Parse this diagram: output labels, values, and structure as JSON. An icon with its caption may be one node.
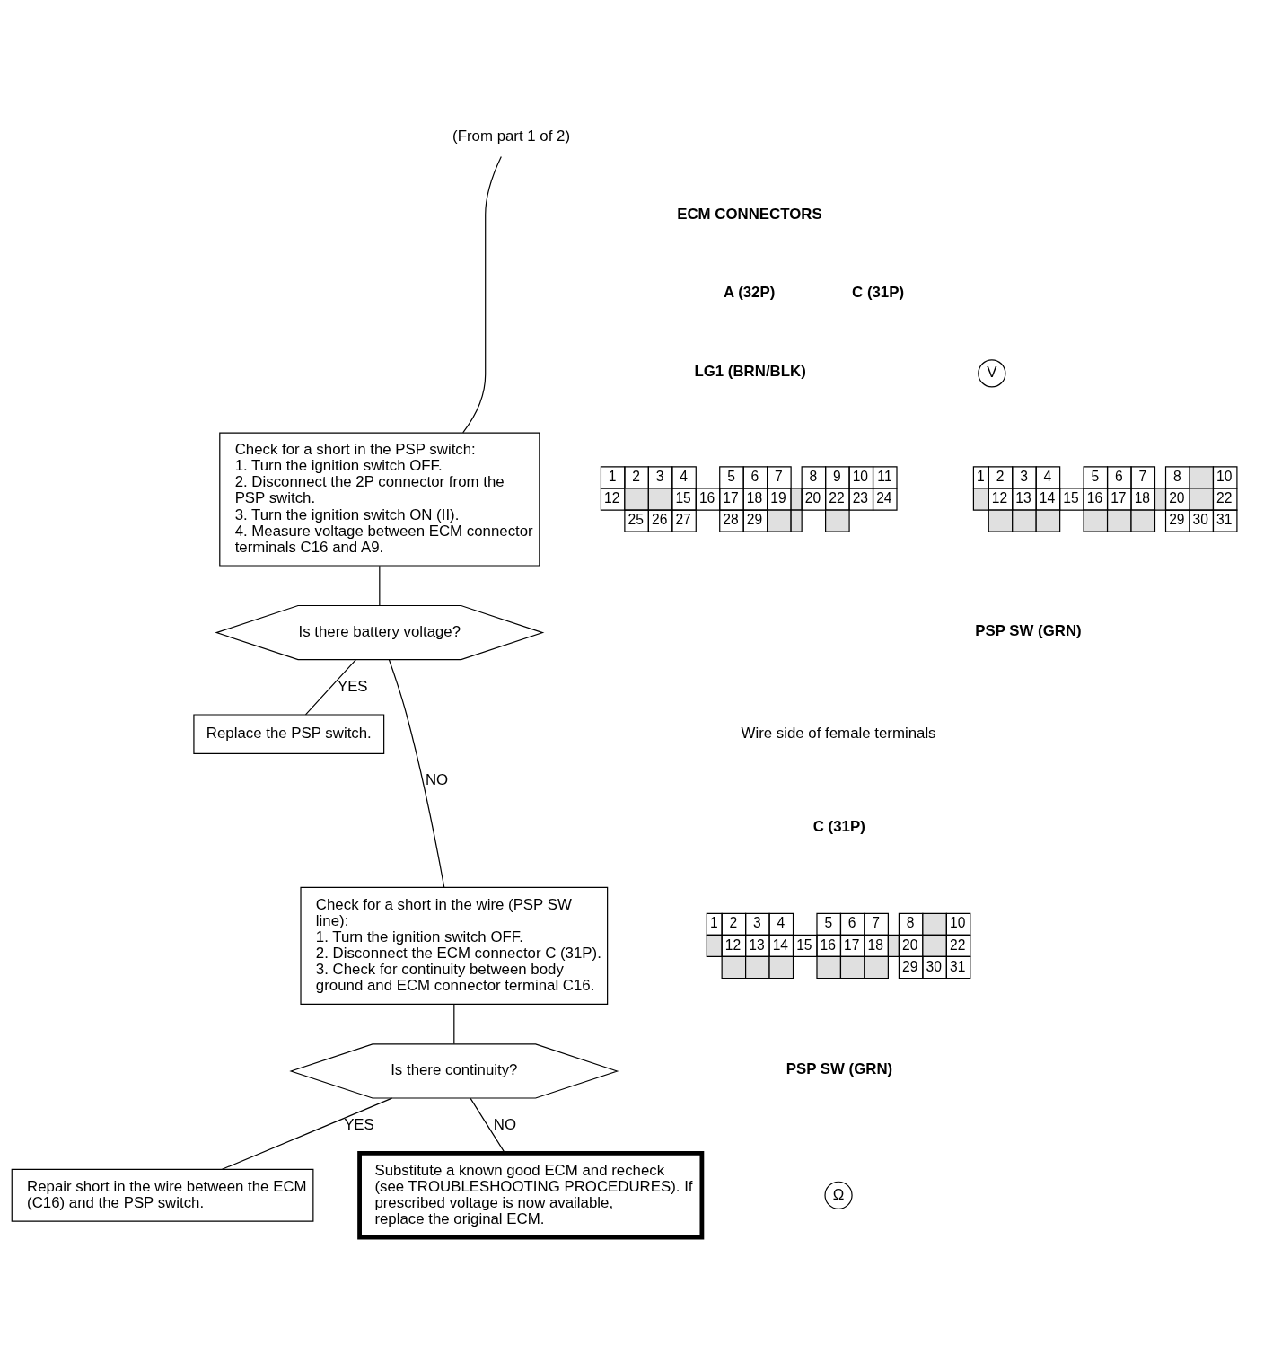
{
  "diagram": {
    "nodes": [
      {
        "text": [
          "(From part 1 of 2)"
        ]
      },
      {
        "text": [
          "Check for a short in the PSP switch:",
          "1. Turn the ignition switch OFF.",
          "2. Disconnect the 2P connector from the PSP switch.",
          "3. Turn the ignition switch ON (II).",
          "4. Measure voltage between ECM connector terminals C16 and A9."
        ]
      },
      {
        "text": [
          "Is there battery voltage?"
        ]
      },
      {
        "text": [
          "Replace the PSP switch."
        ]
      },
      {
        "text": [
          "Check for a short in the wire (PSP SW line):",
          "1. Turn the ignition switch OFF.",
          "2. Disconnect the ECM connector C (31P).",
          "3. Check for continuity between body ground and ECM connector terminal C16."
        ]
      },
      {
        "text": [
          "Is there continuity?"
        ]
      },
      {
        "text": [
          "Repair short in the wire between the ECM (C16) and the PSP switch."
        ]
      },
      {
        "text": [
          "Substitute a known good ECM and recheck (see TROUBLESHOOTING PROCEDURES). If prescribed voltage is now available, replace the original ECM."
        ]
      }
    ],
    "edges": [
      {
        "from": 0,
        "to": 1,
        "arrow": "none"
      },
      {
        "from": 1,
        "to": 2,
        "arrow": "none"
      },
      {
        "from": 2,
        "to": 3,
        "arrow": "none",
        "label": "YES"
      },
      {
        "from": 2,
        "to": 4,
        "arrow": "none",
        "label": "NO"
      },
      {
        "from": 4,
        "to": 5,
        "arrow": "none"
      },
      {
        "from": 5,
        "to": 6,
        "arrow": "none",
        "label": "YES"
      },
      {
        "from": 5,
        "to": 7,
        "arrow": "none",
        "label": "NO"
      }
    ],
    "labels": [
      "ECM CONNECTORS",
      "A (32P)",
      "LG1 (BRN/BLK)",
      "V",
      "C (31P)",
      "1",
      "2",
      "3",
      "4",
      "5",
      "6",
      "7",
      "8",
      "9",
      "10",
      "11",
      "12",
      "15",
      "16",
      "17",
      "18",
      "19",
      "20",
      "22",
      "23",
      "24",
      "25",
      "26",
      "27",
      "28",
      "29",
      "1",
      "2",
      "3",
      "4",
      "5",
      "6",
      "7",
      "8",
      "10",
      "12",
      "13",
      "14",
      "15",
      "16",
      "17",
      "18",
      "20",
      "22",
      "29",
      "30",
      "31",
      "PSP SW (GRN)",
      "Wire side of female terminals",
      "C (31P)",
      "1",
      "2",
      "3",
      "4",
      "5",
      "6",
      "7",
      "8",
      "10",
      "12",
      "13",
      "14",
      "15",
      "16",
      "17",
      "18",
      "20",
      "22",
      "29",
      "30",
      "31",
      "PSP SW (GRN)",
      "Ω"
    ]
  }
}
